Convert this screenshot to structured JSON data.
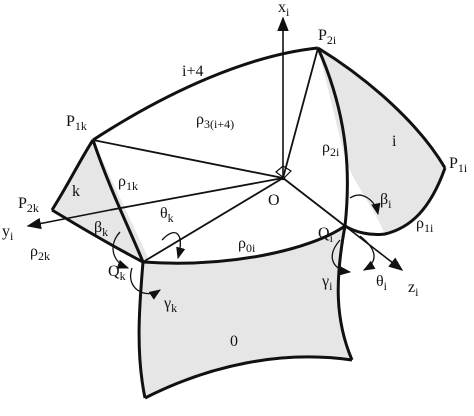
{
  "colors": {
    "face_fill": "#e6e6e6",
    "stroke": "#111111",
    "background": "#ffffff"
  },
  "labels": {
    "xi": {
      "main": "x",
      "sub": "i"
    },
    "yi": {
      "main": "y",
      "sub": "i"
    },
    "zi": {
      "main": "z",
      "sub": "i"
    },
    "O": {
      "main": "O",
      "sub": ""
    },
    "P2i": {
      "main": "P",
      "sub": "2i"
    },
    "P1k": {
      "main": "P",
      "sub": "1k"
    },
    "P2k": {
      "main": "P",
      "sub": "2k"
    },
    "P1i": {
      "main": "P",
      "sub": "1i"
    },
    "Qk": {
      "main": "Q",
      "sub": "k"
    },
    "Qi": {
      "main": "Q",
      "sub": "i"
    },
    "i_plus_4": {
      "main": "i+4",
      "sub": ""
    },
    "rho_3_i4": {
      "main": "ρ",
      "sub": "3(i+4)"
    },
    "rho_2i": {
      "main": "ρ",
      "sub": "2i"
    },
    "rho_1k": {
      "main": "ρ",
      "sub": "1k"
    },
    "rho_2k": {
      "main": "ρ",
      "sub": "2k"
    },
    "rho_0i": {
      "main": "ρ",
      "sub": "0i"
    },
    "rho_1i": {
      "main": "ρ",
      "sub": "1i"
    },
    "beta_k": {
      "main": "β",
      "sub": "k"
    },
    "beta_i": {
      "main": "β",
      "sub": "i"
    },
    "theta_k": {
      "main": "θ",
      "sub": "k"
    },
    "theta_i": {
      "main": "θ",
      "sub": "i"
    },
    "gamma_k": {
      "main": "γ",
      "sub": "k"
    },
    "gamma_i": {
      "main": "γ",
      "sub": "i"
    },
    "face_k": {
      "main": "k",
      "sub": ""
    },
    "face_i": {
      "main": "i",
      "sub": ""
    },
    "face_0": {
      "main": "0",
      "sub": ""
    }
  }
}
